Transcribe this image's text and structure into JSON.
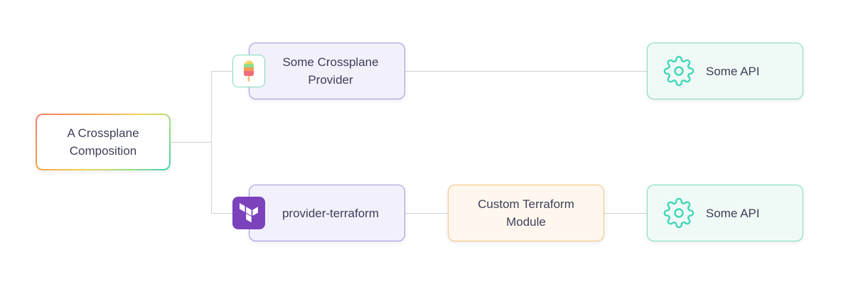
{
  "diagram": {
    "colors": {
      "connector": "#cfd1d6",
      "provider_fill": "#f1f0fb",
      "provider_border": "#9d97df",
      "module_fill": "#fff7ee",
      "module_border": "#f5c27d",
      "api_fill": "#effaf6",
      "api_border": "#7ddcc0",
      "gear": "#3fd6b6",
      "terraform_purple": "#7b42bc"
    },
    "nodes": {
      "composition": {
        "label": "A Crossplane Composition",
        "icon": "gradient-border"
      },
      "crossplane_provider": {
        "label": "Some Crossplane Provider",
        "icon": "crossplane-logo-icon"
      },
      "terraform_provider": {
        "label": "provider-terraform",
        "icon": "terraform-logo-icon"
      },
      "terraform_module": {
        "label": "Custom Terraform Module"
      },
      "api_top": {
        "label": "Some API",
        "icon": "gear-icon"
      },
      "api_bottom": {
        "label": "Some API",
        "icon": "gear-icon"
      }
    },
    "edges": [
      {
        "from": "composition",
        "to": "crossplane_provider"
      },
      {
        "from": "composition",
        "to": "terraform_provider"
      },
      {
        "from": "crossplane_provider",
        "to": "api_top"
      },
      {
        "from": "terraform_provider",
        "to": "terraform_module"
      },
      {
        "from": "terraform_module",
        "to": "api_bottom"
      }
    ]
  }
}
